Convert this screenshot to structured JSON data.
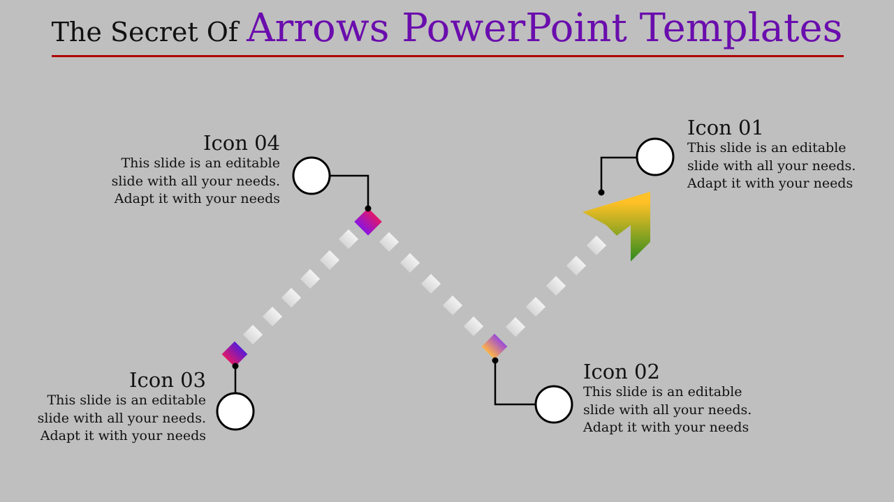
{
  "slide": {
    "title_prefix": "The Secret Of ",
    "title_accent": "Arrows PowerPoint Templates"
  },
  "items": [
    {
      "heading": "Icon 01",
      "lines": [
        "This slide is an editable",
        "slide with all your needs.",
        "Adapt it with your needs"
      ]
    },
    {
      "heading": "Icon 02",
      "lines": [
        "This slide is an editable",
        "slide with all your needs.",
        "Adapt it with your needs"
      ]
    },
    {
      "heading": "Icon 03",
      "lines": [
        "This slide is an editable",
        "slide with all your needs.",
        "Adapt it with your needs"
      ]
    },
    {
      "heading": "Icon 04",
      "lines": [
        "This slide is an editable",
        "slide with all your needs.",
        "Adapt it with your needs"
      ]
    }
  ],
  "colors": {
    "background": "#bfbfbf",
    "title_accent": "#6a0dad",
    "rule": "#b00000",
    "arrow_top": "#ffc125",
    "arrow_bottom": "#2e8b1f"
  }
}
